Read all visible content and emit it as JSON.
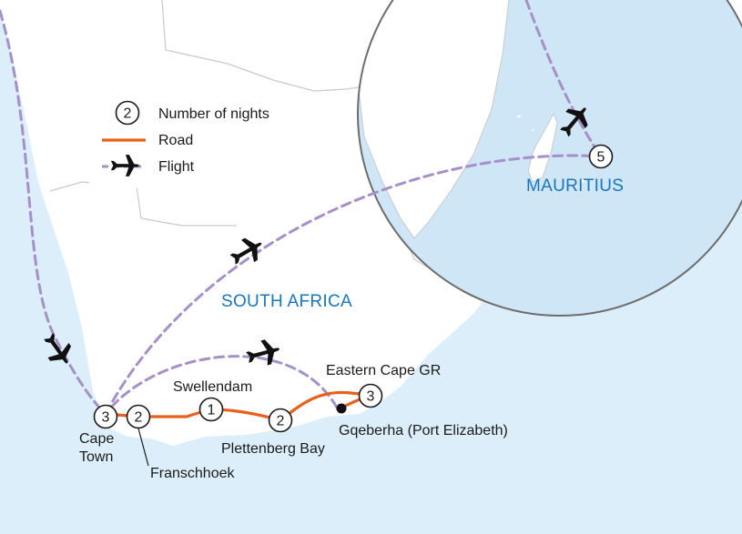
{
  "colors": {
    "sea": "#dceef9",
    "land": "#ffffff",
    "road": "#e8601c",
    "flight": "#a590c8",
    "border": "#c9c9c9",
    "label_country": "#1b75bb",
    "inset_sea": "#cfe6f6",
    "inset_border": "#6d6d6d"
  },
  "legend": {
    "nights_sample": "2",
    "nights_label": "Number of nights",
    "road_label": "Road",
    "flight_label": "Flight"
  },
  "countries": {
    "south_africa": "SOUTH AFRICA",
    "mauritius": "MAURITIUS"
  },
  "stops": {
    "cape_town": {
      "name_line1": "Cape",
      "name_line2": "Town",
      "nights": "3"
    },
    "franschhoek": {
      "name": "Franschhoek",
      "nights": "2"
    },
    "swellendam": {
      "name": "Swellendam",
      "nights": "1"
    },
    "plettenberg_bay": {
      "name": "Plettenberg Bay",
      "nights": "2"
    },
    "eastern_cape_gr": {
      "name": "Eastern Cape GR",
      "nights": "3"
    },
    "gqeberha": {
      "name": "Gqeberha (Port Elizabeth)"
    },
    "mauritius": {
      "nights": "5"
    }
  },
  "icons": [
    "plane-icon",
    "nights-circle-icon",
    "road-line-icon",
    "flight-line-icon",
    "airport-dot-icon"
  ]
}
